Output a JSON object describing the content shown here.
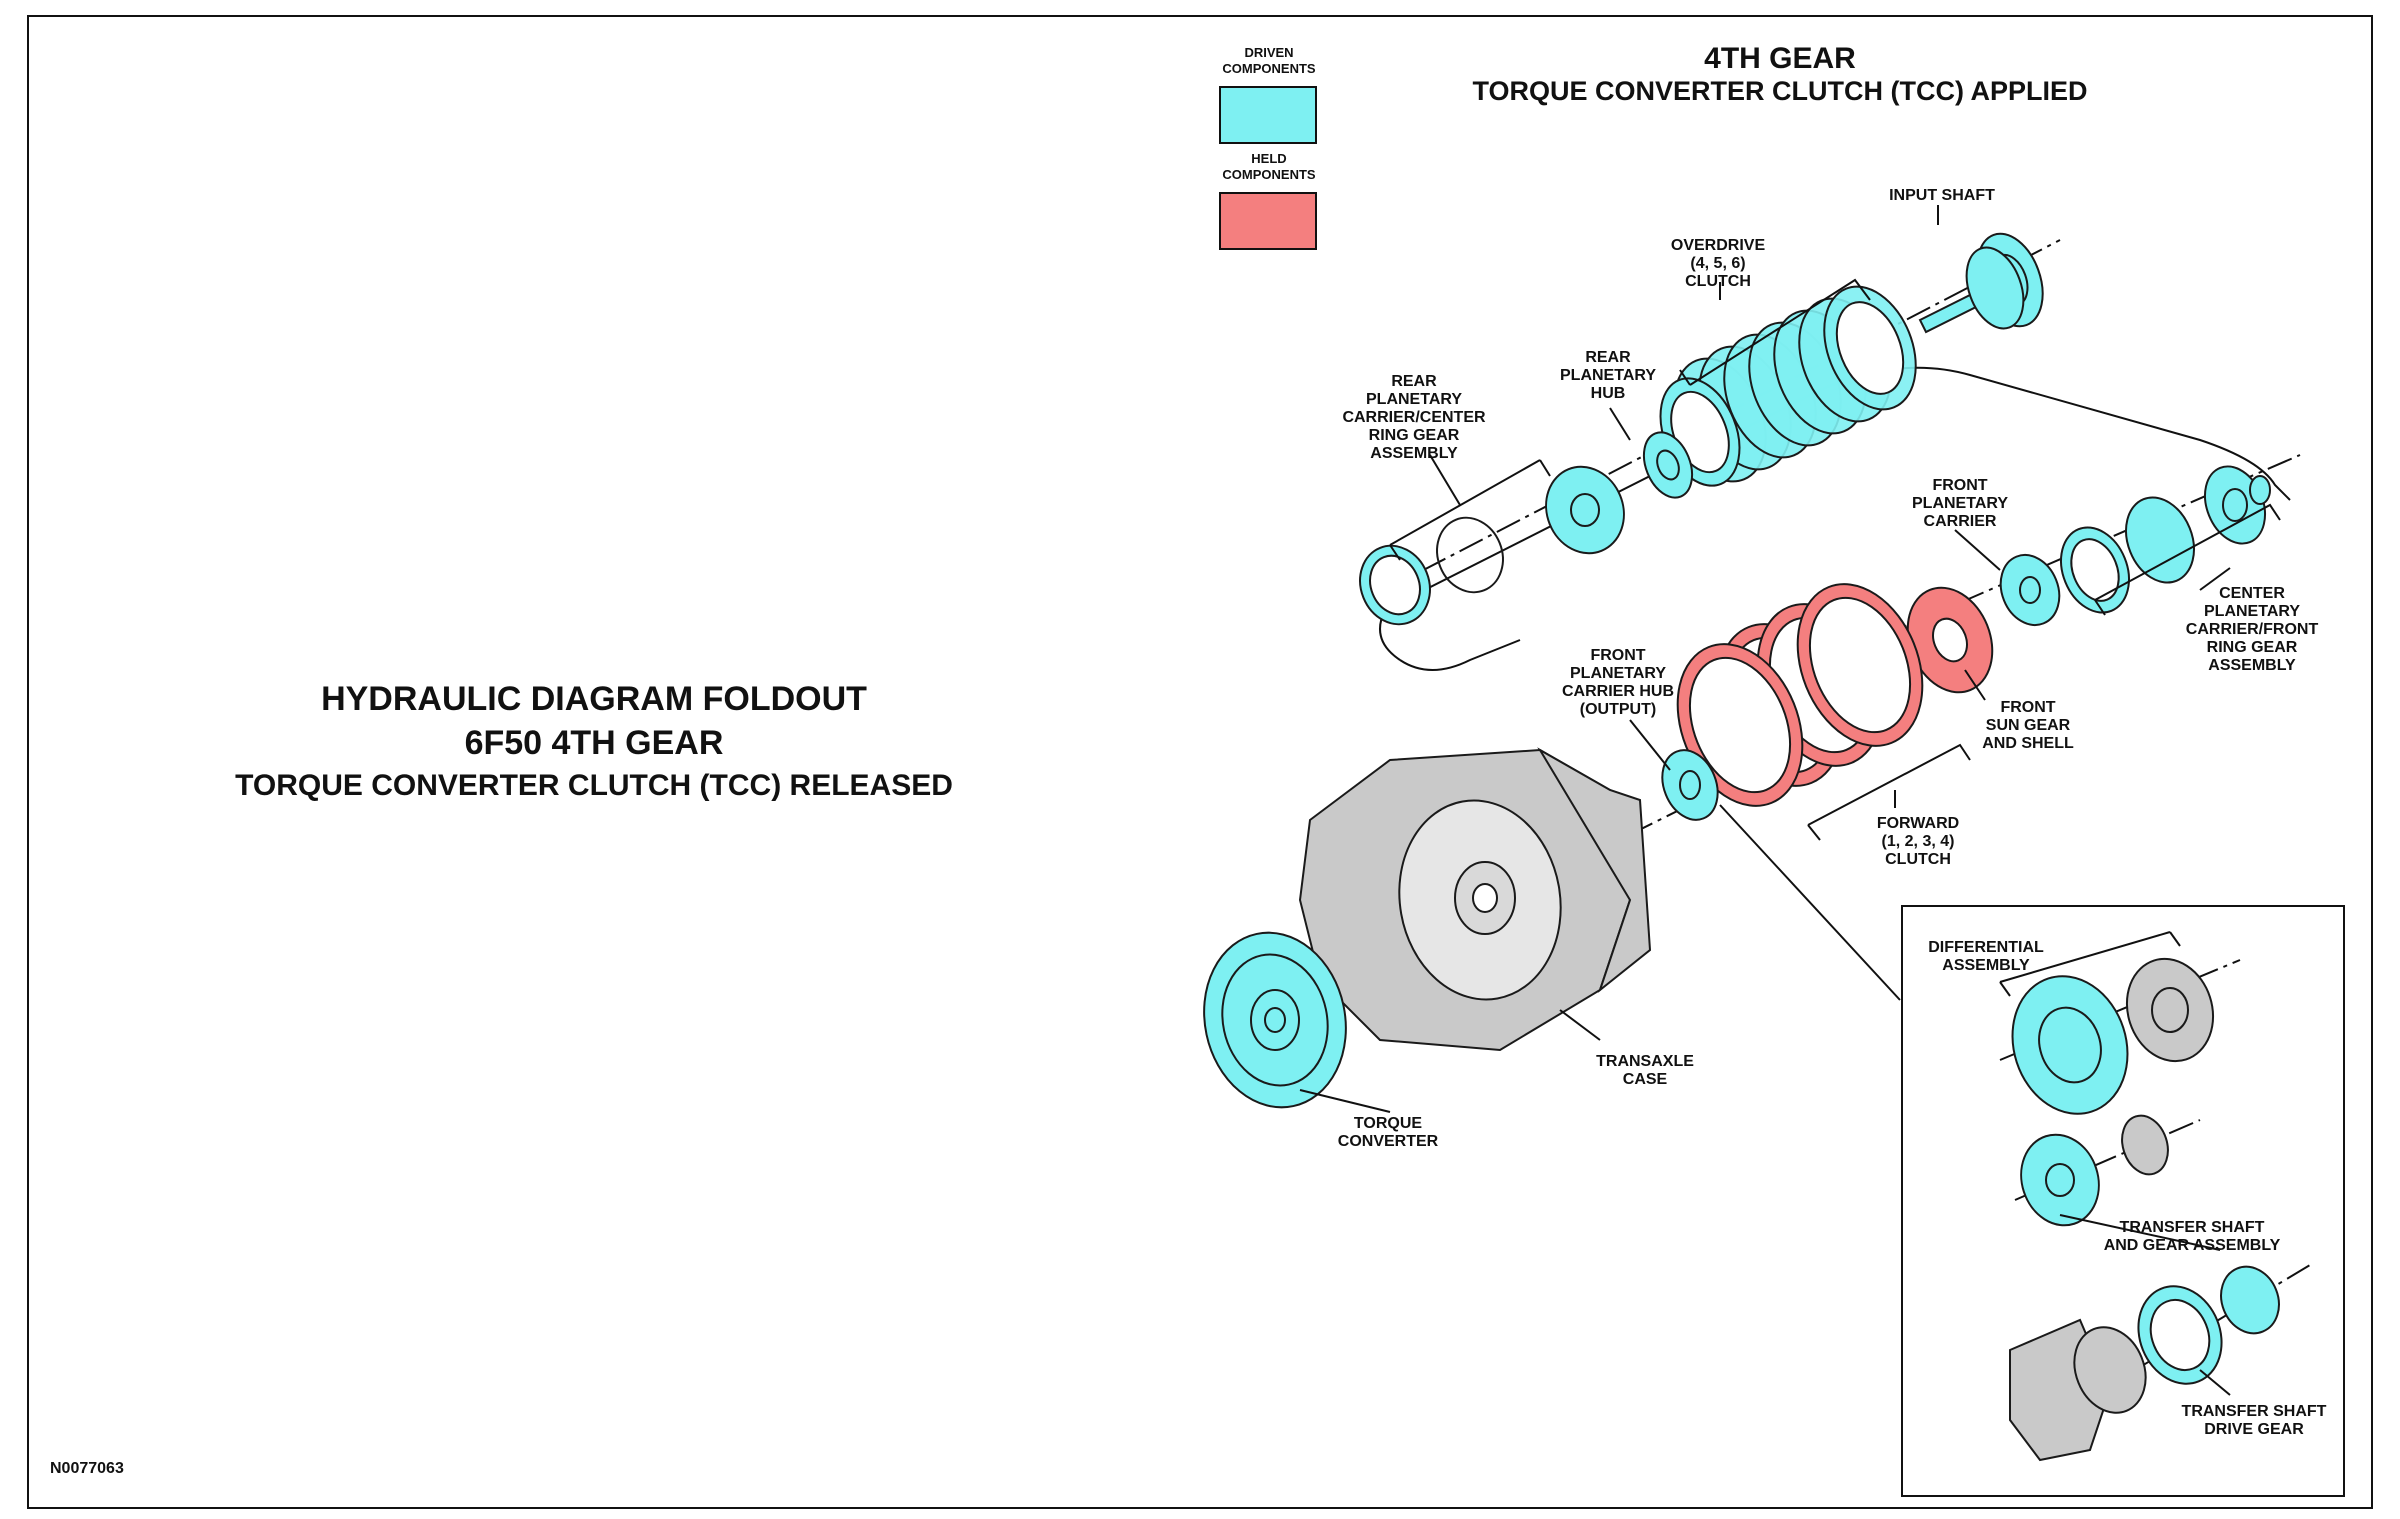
{
  "diagram_id": "N0077063",
  "left_title": {
    "line1": "HYDRAULIC DIAGRAM FOLDOUT",
    "line2": "6F50 4TH GEAR",
    "line3": "TORQUE CONVERTER CLUTCH (TCC) RELEASED"
  },
  "right_title": {
    "line1": "4TH GEAR",
    "line2": "TORQUE CONVERTER CLUTCH (TCC) APPLIED"
  },
  "legend": {
    "driven": {
      "label_line1": "DRIVEN",
      "label_line2": "COMPONENTS",
      "color": "#7ef0f2"
    },
    "held": {
      "label_line1": "HELD",
      "label_line2": "COMPONENTS",
      "color": "#f47f7f"
    }
  },
  "labels": {
    "input_shaft": [
      "INPUT SHAFT"
    ],
    "overdrive_clutch": [
      "OVERDRIVE",
      "(4, 5, 6)",
      "CLUTCH"
    ],
    "rear_planetary_hub": [
      "REAR",
      "PLANETARY",
      "HUB"
    ],
    "rear_planetary_carrier": [
      "REAR",
      "PLANETARY",
      "CARRIER/CENTER",
      "RING GEAR",
      "ASSEMBLY"
    ],
    "front_planetary_carrier": [
      "FRONT",
      "PLANETARY",
      "CARRIER"
    ],
    "center_planetary_carrier": [
      "CENTER",
      "PLANETARY",
      "CARRIER/FRONT",
      "RING GEAR",
      "ASSEMBLY"
    ],
    "front_planetary_carrier_hub": [
      "FRONT",
      "PLANETARY",
      "CARRIER HUB",
      "(OUTPUT)"
    ],
    "front_sun_gear": [
      "FRONT",
      "SUN GEAR",
      "AND SHELL"
    ],
    "forward_clutch": [
      "FORWARD",
      "(1, 2, 3, 4)",
      "CLUTCH"
    ],
    "transaxle_case": [
      "TRANSAXLE",
      "CASE"
    ],
    "torque_converter": [
      "TORQUE",
      "CONVERTER"
    ],
    "differential_assembly": [
      "DIFFERENTIAL",
      "ASSEMBLY"
    ],
    "transfer_shaft_gear": [
      "TRANSFER SHAFT",
      "AND GEAR ASSEMBLY"
    ],
    "transfer_shaft_drive_gear": [
      "TRANSFER SHAFT",
      "DRIVE GEAR"
    ]
  }
}
